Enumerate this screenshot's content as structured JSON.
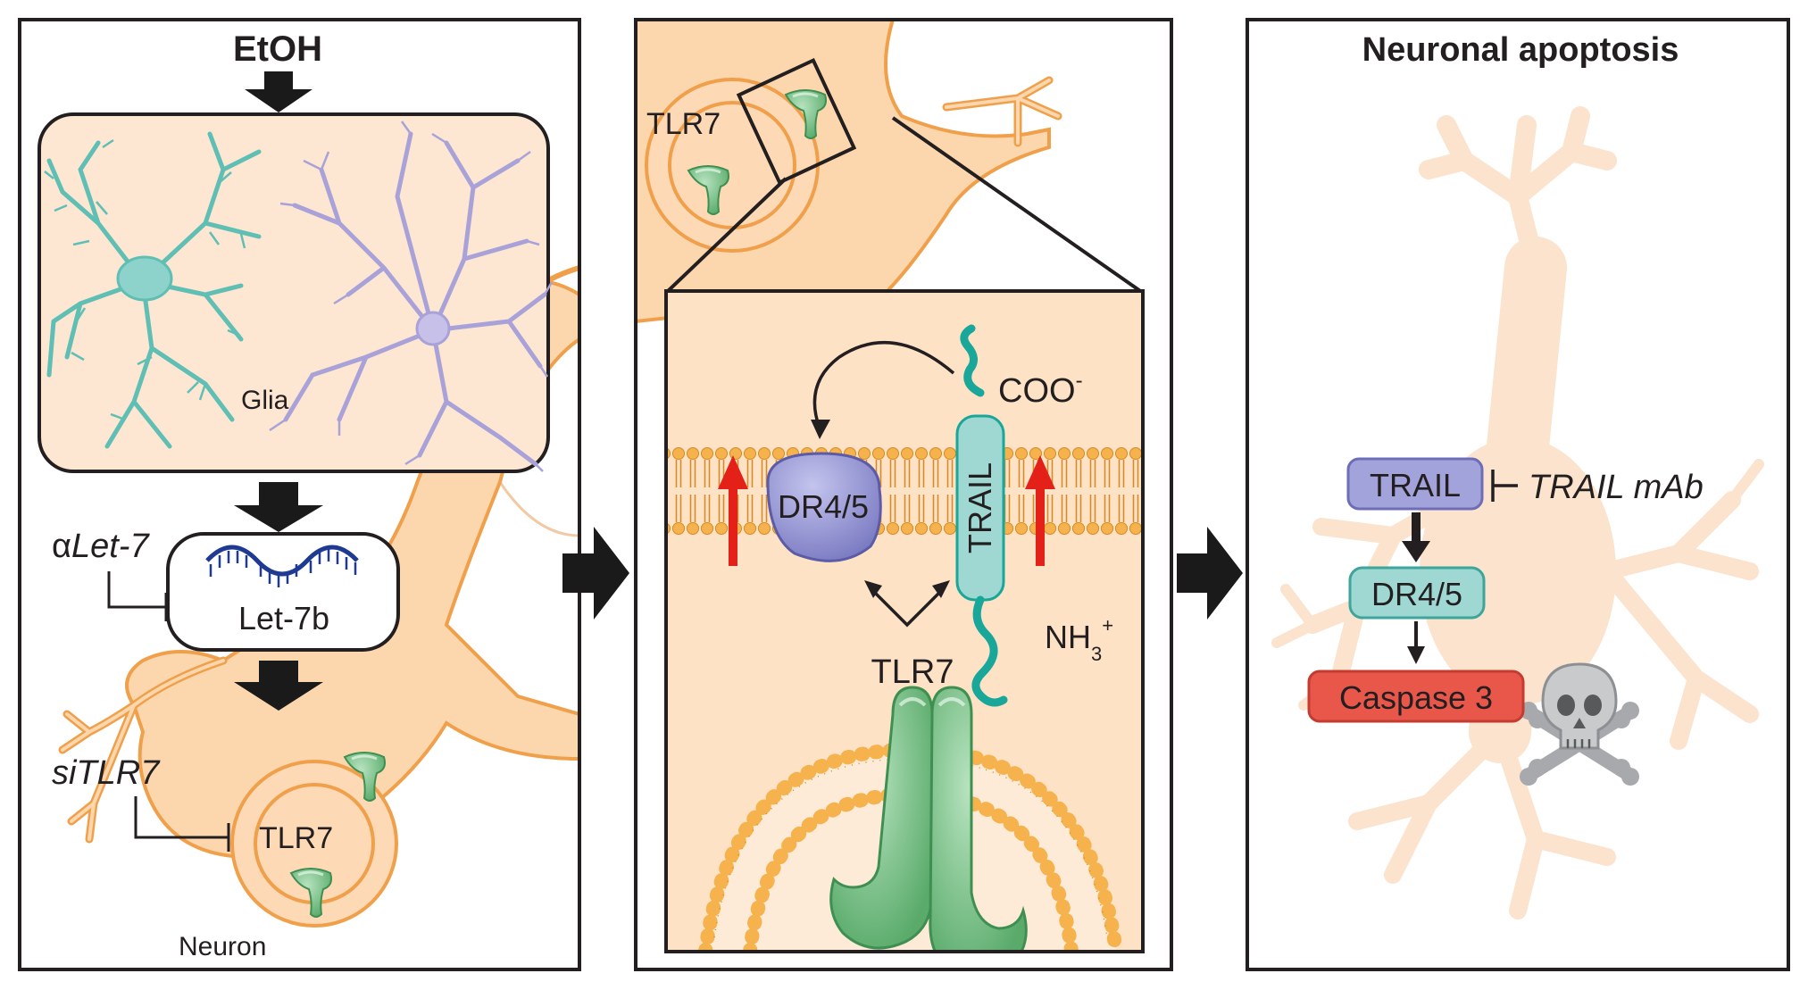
{
  "panel1": {
    "title": "EtOH",
    "glia_label": "Glia",
    "mirna_label": "Let-7b",
    "inhibitor_let7_prefix": "α",
    "inhibitor_let7": "Let-7",
    "inhibitor_tlr7": "siTLR7",
    "receptor_label": "TLR7",
    "neuron_label": "Neuron"
  },
  "panel2": {
    "receptor_top_label": "TLR7",
    "cterm": "COO",
    "cterm_sup": "-",
    "nterm": "NH",
    "nterm_sub": "3",
    "nterm_sup": "+",
    "death_receptor": "DR4/5",
    "ligand": "TRAIL",
    "receptor_bottom_label": "TLR7"
  },
  "panel3": {
    "title": "Neuronal apoptosis",
    "ligand": "TRAIL",
    "antibody": "TRAIL mAb",
    "death_receptor": "DR4/5",
    "caspase": "Caspase 3"
  },
  "colors": {
    "neuron_fill": "#fcd7ae",
    "neuron_stroke": "#f0a04b",
    "microglia": "#5fbfb5",
    "astrocyte": "#a9a2d9",
    "tlr7": "#7cc48c",
    "trail": "#9fd8d2",
    "trail_tail": "#19a79a",
    "dr45": "#8f8fd0",
    "caspase": "#e8574a",
    "upregulation_arrow": "#e32119",
    "mirna": "#1f3a93"
  },
  "icons": [
    "skull-crossbones-icon",
    "mirna-hairpin-icon",
    "tlr7-receptor-icon",
    "membrane-bilayer"
  ]
}
